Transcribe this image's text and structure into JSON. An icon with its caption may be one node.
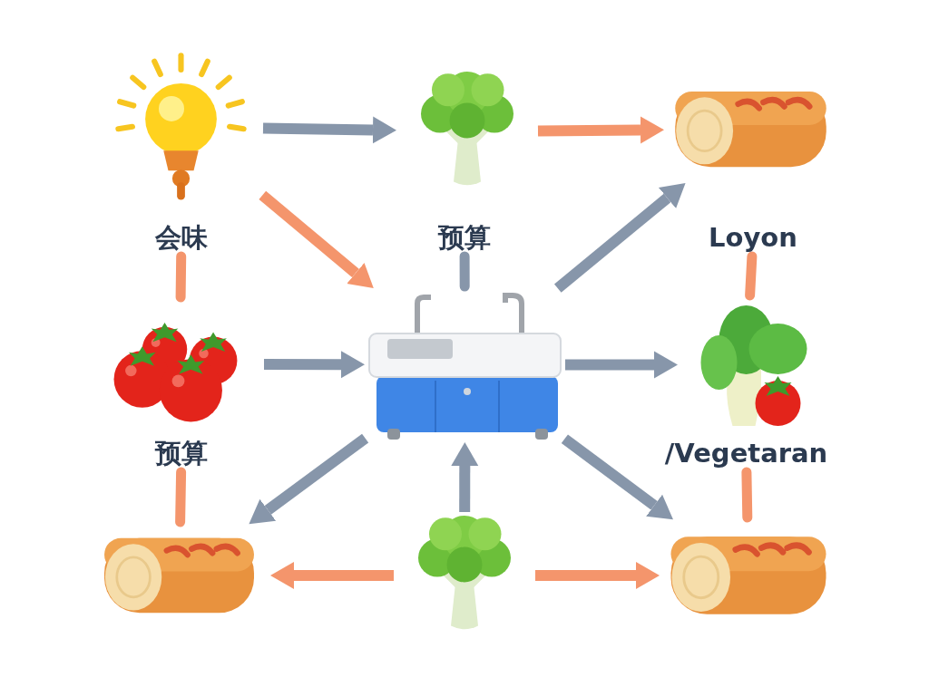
{
  "diagram": {
    "nodes": [
      {
        "text": [],
        "shape": "picture"
      },
      {
        "text": [],
        "shape": "picture"
      },
      {
        "text": [],
        "shape": "picture"
      },
      {
        "text": [
          "会味"
        ]
      },
      {
        "text": [
          "预算"
        ]
      },
      {
        "text": [
          "Loyon"
        ]
      },
      {
        "text": [],
        "shape": "picture"
      },
      {
        "text": [],
        "shape": "picture"
      },
      {
        "text": [],
        "shape": "picture"
      },
      {
        "text": [
          "预算"
        ]
      },
      {
        "text": [
          "/Vegetaran"
        ]
      },
      {
        "text": [],
        "shape": "picture"
      },
      {
        "text": [],
        "shape": "picture"
      },
      {
        "text": [],
        "shape": "picture"
      }
    ],
    "edges": [
      {
        "from": 0,
        "to": 1,
        "arrow": "to"
      },
      {
        "from": 1,
        "to": 2,
        "arrow": "to",
        "color": "#f4956c"
      },
      {
        "from": 0,
        "to": 7,
        "arrow": "to",
        "color": "#f4956c"
      },
      {
        "from": 4,
        "to": 7,
        "arrow": "none"
      },
      {
        "from": 7,
        "to": 2,
        "arrow": "to"
      },
      {
        "from": 3,
        "to": 6,
        "arrow": "none",
        "color": "#f4956c"
      },
      {
        "from": 5,
        "to": 8,
        "arrow": "none",
        "color": "#f4956c"
      },
      {
        "from": 6,
        "to": 7,
        "arrow": "to"
      },
      {
        "from": 7,
        "to": 8,
        "arrow": "to"
      },
      {
        "from": 9,
        "to": 11,
        "arrow": "none",
        "color": "#f4956c"
      },
      {
        "from": 10,
        "to": 13,
        "arrow": "none",
        "color": "#f4956c"
      },
      {
        "from": 7,
        "to": 11,
        "arrow": "to"
      },
      {
        "from": 12,
        "to": 7,
        "arrow": "to"
      },
      {
        "from": 7,
        "to": 13,
        "arrow": "to"
      },
      {
        "from": 12,
        "to": 11,
        "arrow": "to",
        "color": "#f4956c"
      },
      {
        "from": 12,
        "to": 13,
        "arrow": "to",
        "color": "#f4956c"
      }
    ]
  }
}
